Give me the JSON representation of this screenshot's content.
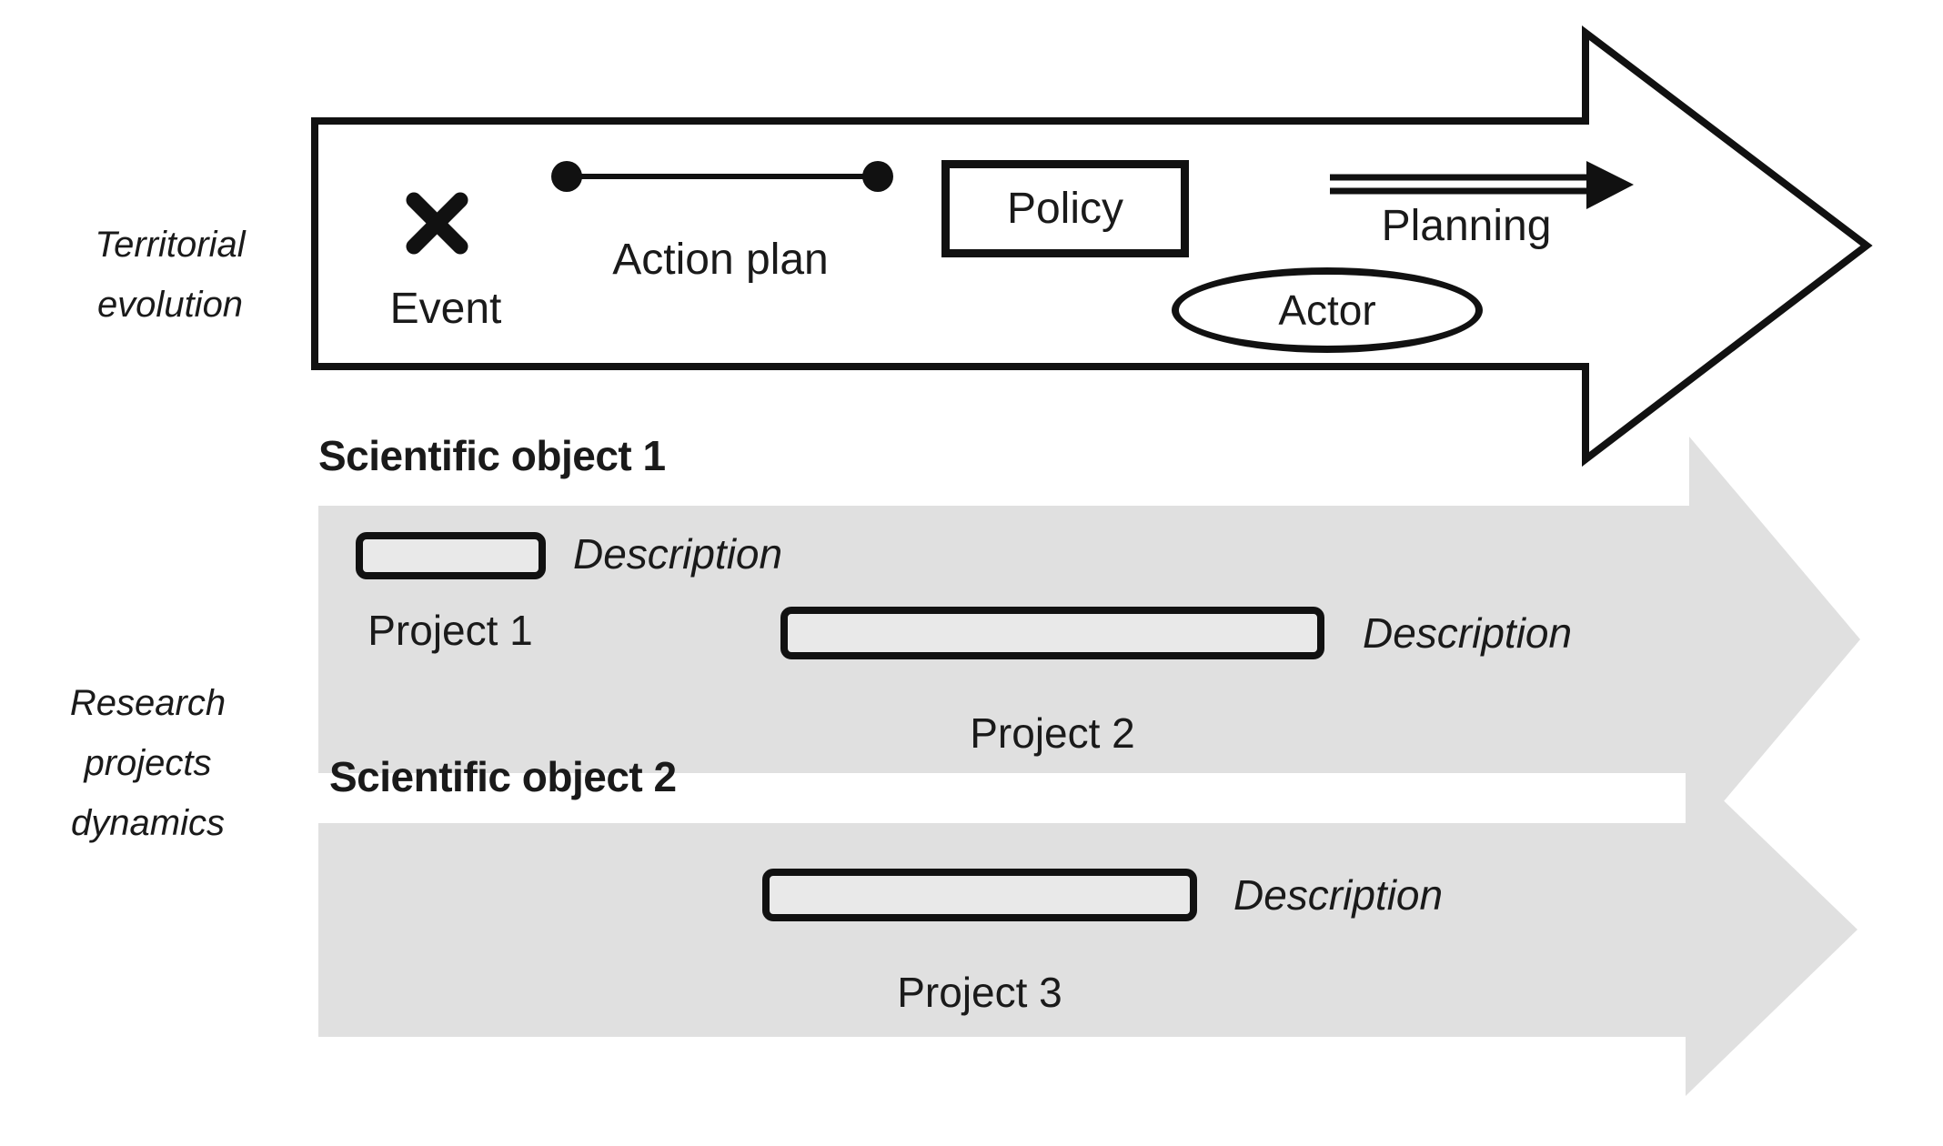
{
  "title": "Territorial evolution and research projects dynamics diagram",
  "colors": {
    "outline_black": "#111111",
    "band_gray": "#e0e0e0",
    "bar_fill": "#e9e9e9",
    "white": "#ffffff",
    "text": "#1a1a1a"
  },
  "left_labels": {
    "territorial": {
      "line1": "Territorial",
      "line2": "evolution"
    },
    "research": {
      "line1": "Research",
      "line2": "projects",
      "line3": "dynamics"
    }
  },
  "territorial_arrow": {
    "event_label": "Event",
    "action_plan_label": "Action plan",
    "policy_label": "Policy",
    "planning_label": "Planning",
    "actor_label": "Actor"
  },
  "research_section": {
    "object1": {
      "title": "Scientific object 1",
      "project1": {
        "label": "Project 1",
        "description": "Description"
      },
      "project2": {
        "label": "Project 2",
        "description": "Description"
      }
    },
    "object2": {
      "title": "Scientific object 2",
      "project3": {
        "label": "Project 3",
        "description": "Description"
      }
    }
  }
}
